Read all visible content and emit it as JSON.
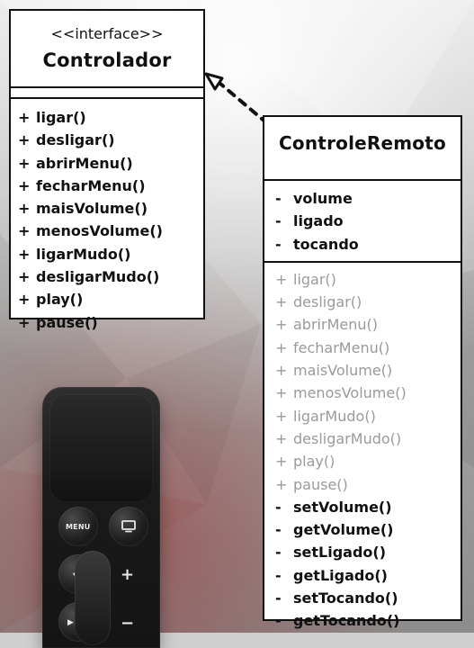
{
  "diagram": {
    "interface": {
      "stereotype": "<<interface>>",
      "name": "Controlador",
      "methods": [
        {
          "vis": "+",
          "name": "ligar()"
        },
        {
          "vis": "+",
          "name": "desligar()"
        },
        {
          "vis": "+",
          "name": "abrirMenu()"
        },
        {
          "vis": "+",
          "name": "fecharMenu()"
        },
        {
          "vis": "+",
          "name": "maisVolume()"
        },
        {
          "vis": "+",
          "name": "menosVolume()"
        },
        {
          "vis": "+",
          "name": "ligarMudo()"
        },
        {
          "vis": "+",
          "name": "desligarMudo()"
        },
        {
          "vis": "+",
          "name": "play()"
        },
        {
          "vis": "+",
          "name": "pause()"
        }
      ]
    },
    "class": {
      "name": "ControleRemoto",
      "attributes": [
        {
          "vis": "-",
          "name": "volume"
        },
        {
          "vis": "-",
          "name": "ligado"
        },
        {
          "vis": "-",
          "name": "tocando"
        }
      ],
      "inherited_methods": [
        {
          "vis": "+",
          "name": "ligar()"
        },
        {
          "vis": "+",
          "name": "desligar()"
        },
        {
          "vis": "+",
          "name": "abrirMenu()"
        },
        {
          "vis": "+",
          "name": "fecharMenu()"
        },
        {
          "vis": "+",
          "name": "maisVolume()"
        },
        {
          "vis": "+",
          "name": "menosVolume()"
        },
        {
          "vis": "+",
          "name": "ligarMudo()"
        },
        {
          "vis": "+",
          "name": "desligarMudo()"
        },
        {
          "vis": "+",
          "name": "play()"
        },
        {
          "vis": "+",
          "name": "pause()"
        }
      ],
      "methods": [
        {
          "vis": "-",
          "name": "setVolume()"
        },
        {
          "vis": "-",
          "name": "getVolume()"
        },
        {
          "vis": "-",
          "name": "setLigado()"
        },
        {
          "vis": "-",
          "name": "getLigado()"
        },
        {
          "vis": "-",
          "name": "setTocando()"
        },
        {
          "vis": "-",
          "name": "getTocando()"
        }
      ]
    },
    "relationship": {
      "type": "realization"
    }
  },
  "photo": {
    "remote_labels": {
      "menu": "MENU",
      "play_pause": "▶II",
      "plus": "+",
      "minus": "−"
    }
  },
  "colors": {
    "line": "#111111",
    "muted_text": "#9a9a9a"
  }
}
